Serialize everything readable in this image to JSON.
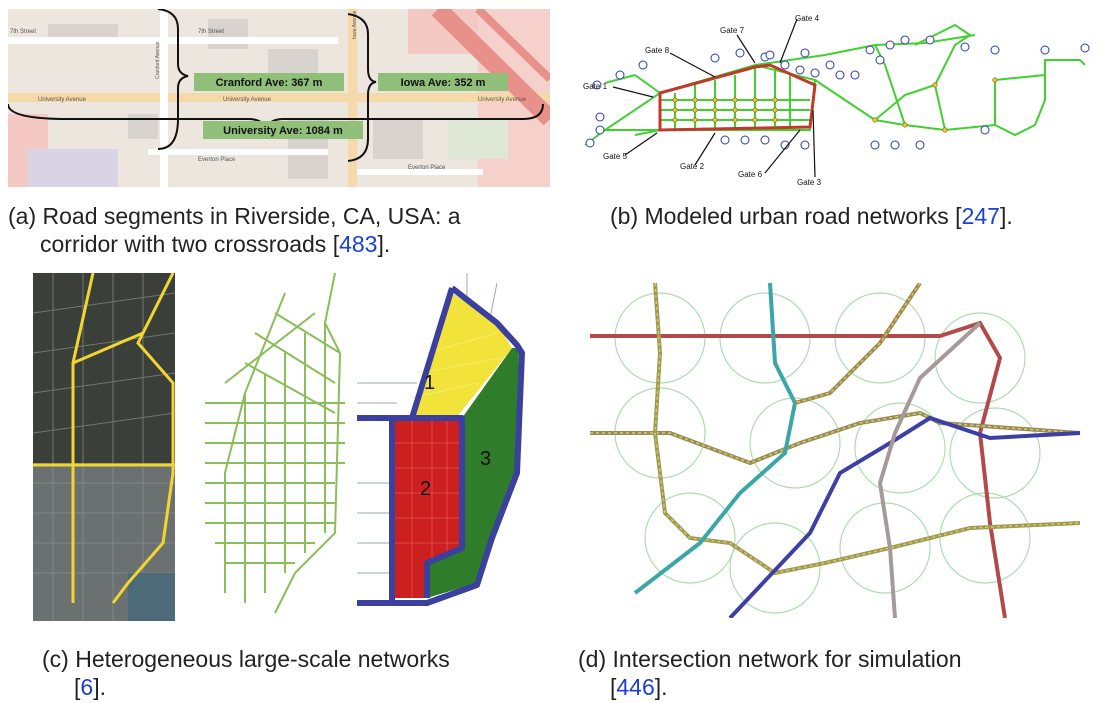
{
  "figure": {
    "panel_a": {
      "caption_prefix": "(a) Road segments in Riverside, CA, USA: a",
      "caption_line2": "corridor with two crossroads [",
      "ref": "483",
      "caption_end": "].",
      "streets": {
        "seventh_street_left": "7th Street",
        "seventh_street_mid": "7th Street",
        "university_left": "University Avenue",
        "university_mid": "University Avenue",
        "university_right": "University Avenue",
        "everton": "Everton Place",
        "everton_right": "Everton Place",
        "cranford_vertical": "Cranford Avenue",
        "iowa_vertical": "Iowa Avenue"
      },
      "labels": {
        "cranford": "Cranford Ave: 367 m",
        "iowa": "Iowa Ave: 352 m",
        "university": "University Ave: 1084 m"
      }
    },
    "panel_b": {
      "caption_prefix": "(b) Modeled urban road networks [",
      "ref": "247",
      "caption_end": "].",
      "gates": {
        "g1": "Gate 1",
        "g2": "Gate 2",
        "g3": "Gate 3",
        "g4": "Gate 4",
        "g5": "Gate 5",
        "g6": "Gate 6",
        "g7": "Gate 7",
        "g8": "Gate 8"
      }
    },
    "panel_c": {
      "caption_prefix": "(c) Heterogeneous large-scale networks",
      "caption_line2_open": "[",
      "ref": "6",
      "caption_end": "].",
      "regions": {
        "r1": "1",
        "r2": "2",
        "r3": "3"
      }
    },
    "panel_d": {
      "caption_prefix": "(d) Intersection network for simulation",
      "caption_line2_open": "[",
      "ref": "446",
      "caption_end": "]."
    },
    "colors": {
      "map_bg": "#efe9e2",
      "road_major": "#f6d9a8",
      "label_green": "#8fbf78",
      "net_green": "#3fd12f",
      "boundary_red": "#c0392b",
      "region_yellow": "#f2e33a",
      "region_red": "#cc2020",
      "region_green": "#2f7d2a",
      "boundary_blue": "#3b3f9e",
      "ref_blue": "#1a3fd6"
    }
  }
}
